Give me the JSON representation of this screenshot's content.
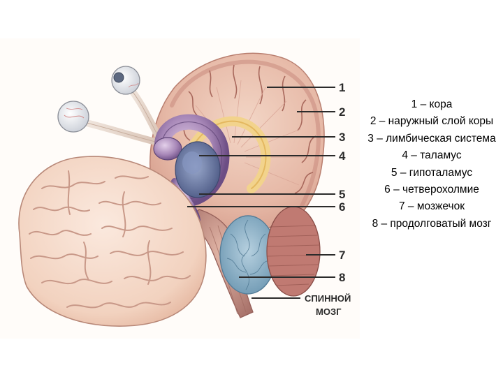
{
  "diagram": {
    "callouts": [
      {
        "num": "1"
      },
      {
        "num": "2"
      },
      {
        "num": "3"
      },
      {
        "num": "4"
      },
      {
        "num": "5"
      },
      {
        "num": "6"
      },
      {
        "num": "7"
      },
      {
        "num": "8"
      }
    ],
    "spinal_cord_label": {
      "line1": "СПИННОЙ",
      "line2": "МОЗГ"
    },
    "colors": {
      "cortex": "#e6b8a6",
      "outer_layer": "#d8958a",
      "limbic": "#8a6aa0",
      "thalamus": "#6f7fa8",
      "cerebellum": "#8fb3c8",
      "brainstem": "#c99a8e",
      "brain_surface": "#f5d8c8"
    }
  },
  "legend": {
    "items": [
      "1 – кора",
      "2 – наружный слой коры",
      "3 – лимбическая система",
      "4 – таламус",
      "5 – гипоталамус",
      "6 – четверохолмие",
      "7 – мозжечок",
      "8 – продолговатый мозг"
    ]
  }
}
